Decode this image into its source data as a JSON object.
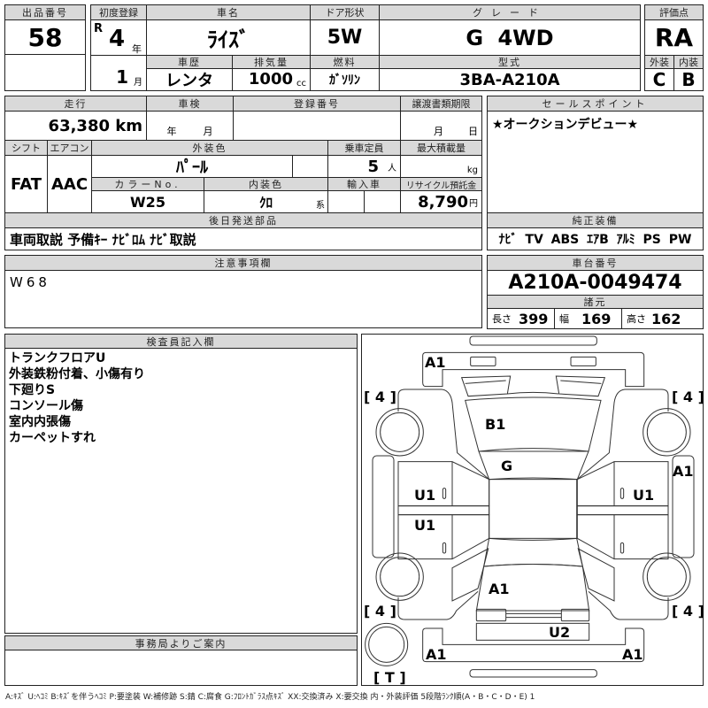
{
  "lot": {
    "label": "出品番号",
    "value": "58"
  },
  "first_reg": {
    "label": "初度登録",
    "era": "R",
    "year": "4",
    "year_unit": "年",
    "month": "1",
    "month_unit": "月"
  },
  "car_name": {
    "label": "車名",
    "value": "ﾗｲｽﾞ"
  },
  "door": {
    "label": "ドア形状",
    "value": "5W"
  },
  "grade": {
    "label": "グレード",
    "value": "G 4WD"
  },
  "score": {
    "label": "評価点",
    "value": "RA",
    "ext_label": "外装",
    "int_label": "内装",
    "ext": "C",
    "int": "B"
  },
  "history": {
    "label": "車歴",
    "value": "レンタ"
  },
  "displacement": {
    "label": "排気量",
    "value": "1000",
    "unit": "cc"
  },
  "fuel": {
    "label": "燃料",
    "value": "ｶﾞｿﾘﾝ"
  },
  "model": {
    "label": "型式",
    "value": "3BA-A210A"
  },
  "mileage": {
    "label": "走行",
    "value": "63,380 km"
  },
  "inspection": {
    "label": "車検",
    "year_unit": "年",
    "month_unit": "月"
  },
  "reg_no": {
    "label": "登録番号"
  },
  "transfer": {
    "label": "譲渡書類期限",
    "month_unit": "月",
    "day_unit": "日"
  },
  "sales_point": {
    "label": "セールスポイント",
    "value": "★オークションデビュー★"
  },
  "shift": {
    "label": "シフト",
    "value": "FAT"
  },
  "ac": {
    "label": "エアコン",
    "value": "AAC"
  },
  "ext_color": {
    "label": "外装色",
    "value": "ﾊﾟｰﾙ"
  },
  "capacity": {
    "label": "乗車定員",
    "value": "5",
    "unit": "人"
  },
  "max_load": {
    "label": "最大積載量",
    "unit": "kg"
  },
  "color_no": {
    "label": "カラーNo.",
    "value": "W25"
  },
  "int_color": {
    "label": "内装色",
    "value": "ｸﾛ",
    "unit": "系"
  },
  "import": {
    "label": "輸入車"
  },
  "recycle": {
    "label": "リサイクル預託金",
    "value": "8,790",
    "unit": "円"
  },
  "later_parts": {
    "label": "後日発送部品",
    "value": "車両取説 予備ｷｰ ﾅﾋﾞﾛﾑ ﾅﾋﾞ取説"
  },
  "equipment": {
    "label": "純正装備",
    "value": "ﾅﾋﾞ TV ABS ｴｱB ｱﾙﾐ PS PW"
  },
  "notes": {
    "label": "注意事項欄",
    "value": "W68"
  },
  "chassis": {
    "label": "車台番号",
    "value": "A210A-0049474"
  },
  "specs": {
    "label": "諸元",
    "length_label": "長さ",
    "length": "399",
    "width_label": "幅",
    "width": "169",
    "height_label": "高さ",
    "height": "162"
  },
  "inspector": {
    "label": "検査員記入欄",
    "lines": [
      "トランクフロアU",
      "外装鉄粉付着、小傷有り",
      "下廻りS",
      "コンソール傷",
      "室内内張傷",
      "カーペットすれ"
    ]
  },
  "office": {
    "label": "事務局よりご案内"
  },
  "diagram": {
    "marks": {
      "front_bumper": "A1",
      "hood": "B1",
      "windshield": "G",
      "right_front_fender": "A1",
      "left_front_door": "U1",
      "left_rear_door": "U1",
      "right_front_door": "U1",
      "trunk": "A1",
      "rear_panel": "U2",
      "rear_bumper_left": "A1",
      "rear_bumper_right": "A1"
    },
    "tire": "[ 4 ]",
    "spare": "[ T ]"
  },
  "legend": "A:ｷｽﾞ U:ﾍｺﾐ B:ｷｽﾞを伴うﾍｺﾐ P:要塗装 W:補修跡 S:錆 C:腐食 G:ﾌﾛﾝﾄｶﾞﾗｽ点ｷｽﾞ XX:交換済み X:要交換 内・外装評価 5段階ﾗﾝｸ順(A・B・C・D・E) 1"
}
